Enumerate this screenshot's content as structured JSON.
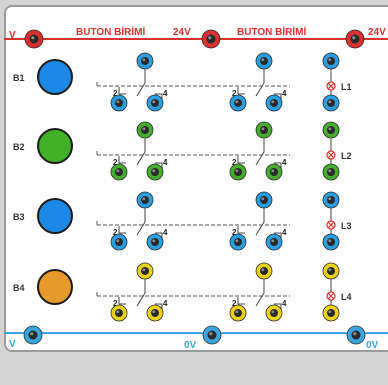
{
  "panel": {
    "top_title": "BUTON BİRİMİ",
    "voltage_top": "24V",
    "voltage_bottom": "0V",
    "edge_left_top": "V",
    "edge_left_bottom": "V"
  },
  "rows": [
    {
      "button": "B1",
      "lamp": "L1",
      "button_color": "#1e88e5",
      "terminal_color": "#2a9ee0"
    },
    {
      "button": "B2",
      "lamp": "L2",
      "button_color": "#43b02a",
      "terminal_color": "#46ad2e"
    },
    {
      "button": "B3",
      "lamp": "L3",
      "button_color": "#1e88e5",
      "terminal_color": "#2a9ee0"
    },
    {
      "button": "B4",
      "lamp": "L4",
      "button_color": "#e59a2b",
      "terminal_color": "#e8d21c"
    }
  ],
  "contacts": {
    "nc_label": "2",
    "no_label": "4"
  },
  "colors": {
    "rail_red": "#d93030",
    "rail_blue": "#3aa5dd",
    "title_red": "#d93030",
    "label_dark": "#333333",
    "dash": "#555555"
  }
}
